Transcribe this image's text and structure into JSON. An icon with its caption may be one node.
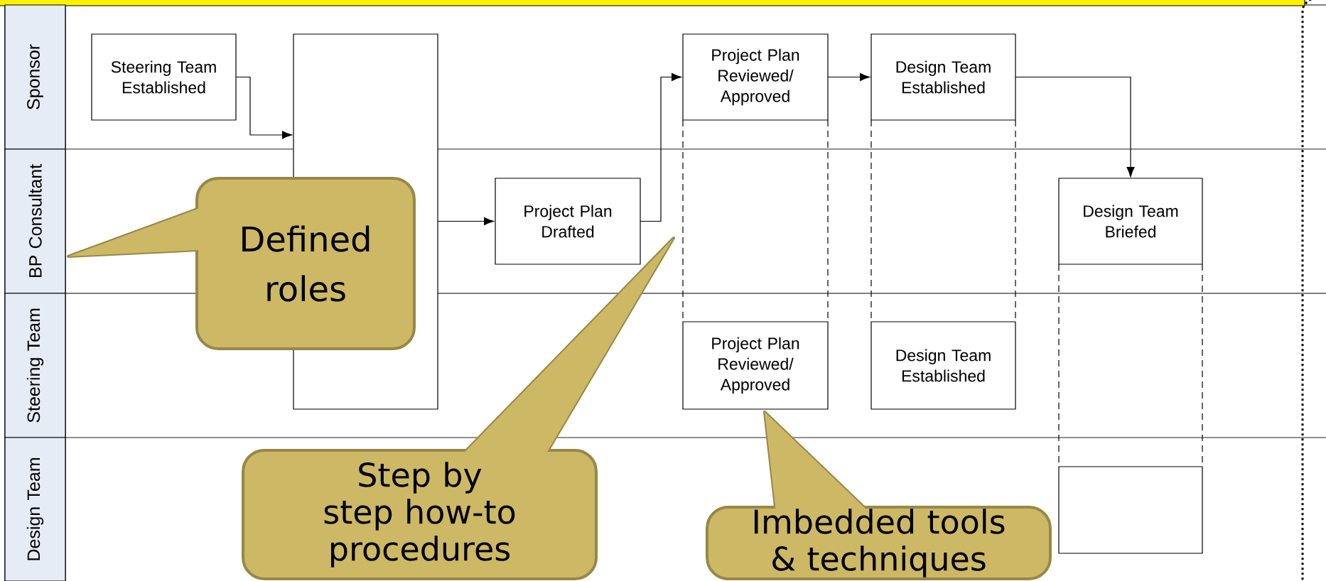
{
  "diagram": {
    "nodes": [
      {
        "text": [
          "Sponsor"
        ]
      },
      {
        "text": [
          "BP Consultant"
        ]
      },
      {
        "text": [
          "Steering Team"
        ]
      },
      {
        "text": [
          "Design Team"
        ]
      },
      {
        "text": [
          "Steering Team Established"
        ]
      },
      {
        "text": [],
        "shape": "box"
      },
      {
        "text": [
          "Project Plan Drafted"
        ]
      },
      {
        "text": [
          "Project Plan Reviewed/ Approved"
        ]
      },
      {
        "text": [
          "Design Team Established"
        ]
      },
      {
        "text": [
          "Design Team Briefed"
        ]
      },
      {
        "text": [
          "Project Plan Reviewed/ Approved"
        ]
      },
      {
        "text": [
          "Design Team Established"
        ]
      },
      {
        "text": [],
        "shape": "box"
      },
      {
        "text": [
          "Defined roles"
        ]
      },
      {
        "text": [
          "Step by step how-to procedures"
        ]
      },
      {
        "text": [
          "Imbedded tools & techniques"
        ]
      }
    ],
    "edges": [
      {
        "from": 4,
        "to": 5,
        "arrow": "to"
      },
      {
        "from": 5,
        "to": 6,
        "arrow": "to"
      },
      {
        "from": 6,
        "to": 7,
        "arrow": "to"
      },
      {
        "from": 7,
        "to": 8,
        "arrow": "to"
      },
      {
        "from": 8,
        "to": 9,
        "arrow": "to"
      },
      {
        "from": 7,
        "to": 10,
        "arrow": "none",
        "style": "dashed"
      },
      {
        "from": 8,
        "to": 11,
        "arrow": "none",
        "style": "dashed"
      },
      {
        "from": 9,
        "to": 12,
        "arrow": "none",
        "style": "dashed"
      }
    ]
  }
}
